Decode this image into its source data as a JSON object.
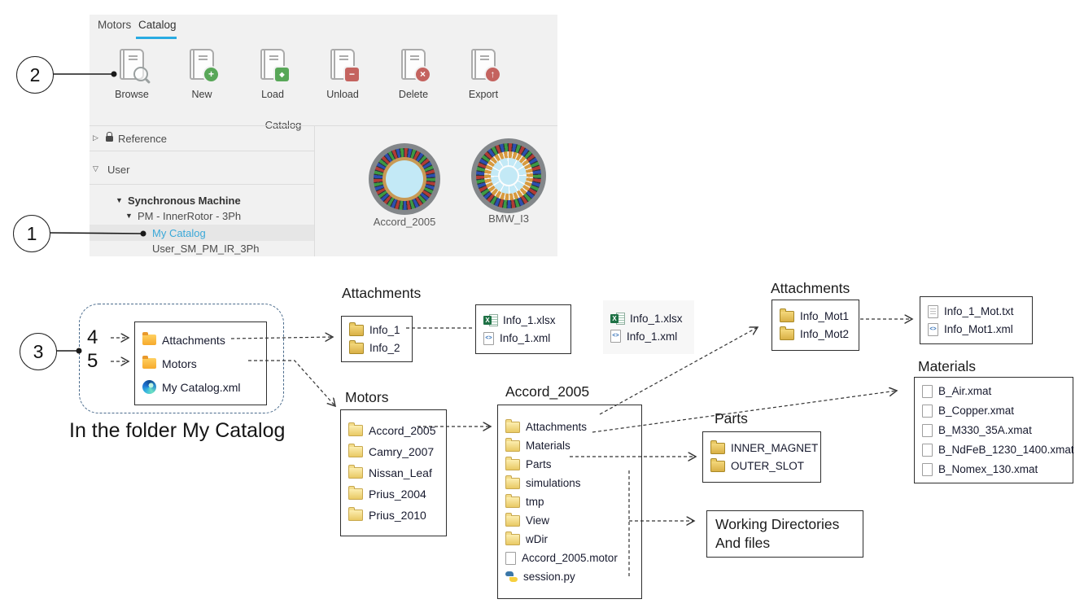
{
  "ribbon": {
    "tabs": [
      "Motors",
      "Catalog"
    ],
    "active_tab": "Catalog",
    "buttons": [
      "Browse",
      "New",
      "Load",
      "Unload",
      "Delete",
      "Export"
    ],
    "group_label": "Catalog"
  },
  "tree": {
    "reference_label": "Reference",
    "user_label": "User",
    "items": [
      "Synchronous Machine",
      "PM - InnerRotor - 3Ph",
      "My Catalog",
      "User_SM_PM_IR_3Ph"
    ],
    "selected_item": "My Catalog"
  },
  "thumbnails": [
    "Accord_2005",
    "BMW_I3"
  ],
  "annotations": {
    "c1": "1",
    "c2": "2",
    "c3": "3",
    "n4": "4",
    "n5": "5"
  },
  "caption": "In the folder My Catalog",
  "fs": {
    "catalog_box": {
      "items": [
        "Attachments",
        "Motors",
        "My Catalog.xml"
      ]
    },
    "attachments_left": {
      "title": "Attachments",
      "items": [
        "Info_1",
        "Info_2"
      ]
    },
    "info1_files": {
      "items": [
        "Info_1.xlsx",
        "Info_1.xml"
      ]
    },
    "info1_files_copy": {
      "items": [
        "Info_1.xlsx",
        "Info_1.xml"
      ]
    },
    "attachments_right": {
      "title": "Attachments",
      "items": [
        "Info_Mot1",
        "Info_Mot2"
      ]
    },
    "infomot_files": {
      "items": [
        "Info_1_Mot.txt",
        "Info_Mot1.xml"
      ]
    },
    "materials": {
      "title": "Materials",
      "items": [
        "B_Air.xmat",
        "B_Copper.xmat",
        "B_M330_35A.xmat",
        "B_NdFeB_1230_1400.xmat",
        "B_Nomex_130.xmat"
      ]
    },
    "motors": {
      "title": "Motors",
      "items": [
        "Accord_2005",
        "Camry_2007",
        "Nissan_Leaf",
        "Prius_2004",
        "Prius_2010"
      ]
    },
    "accord": {
      "title": "Accord_2005",
      "folders": [
        "Attachments",
        "Materials",
        "Parts",
        "simulations",
        "tmp",
        "View",
        "wDir"
      ],
      "files": [
        "Accord_2005.motor",
        "session.py"
      ]
    },
    "parts": {
      "title": "Parts",
      "items": [
        "INNER_MAGNET",
        "OUTER_SLOT"
      ]
    },
    "working_box": {
      "line1": "Working Directories",
      "line2": "And files"
    }
  },
  "icons": {
    "browse_badge": "magnifier-icon",
    "new_badge": "plus-circle-icon",
    "load_badge": "diamond-square-icon",
    "unload_badge": "minus-square-icon",
    "delete_badge": "x-circle-icon",
    "export_badge": "up-arrow-circle-icon",
    "lock": "lock-icon",
    "folder": "folder-icon",
    "excel": "excel-file-icon",
    "xml": "xml-file-icon",
    "txt": "text-file-icon",
    "blank": "file-icon",
    "python": "python-file-icon",
    "edge": "edge-browser-icon"
  },
  "colors": {
    "accent": "#29abe2",
    "selected_text": "#3aa8d8",
    "badge_green": "#58a758",
    "badge_red": "#c4635f"
  }
}
